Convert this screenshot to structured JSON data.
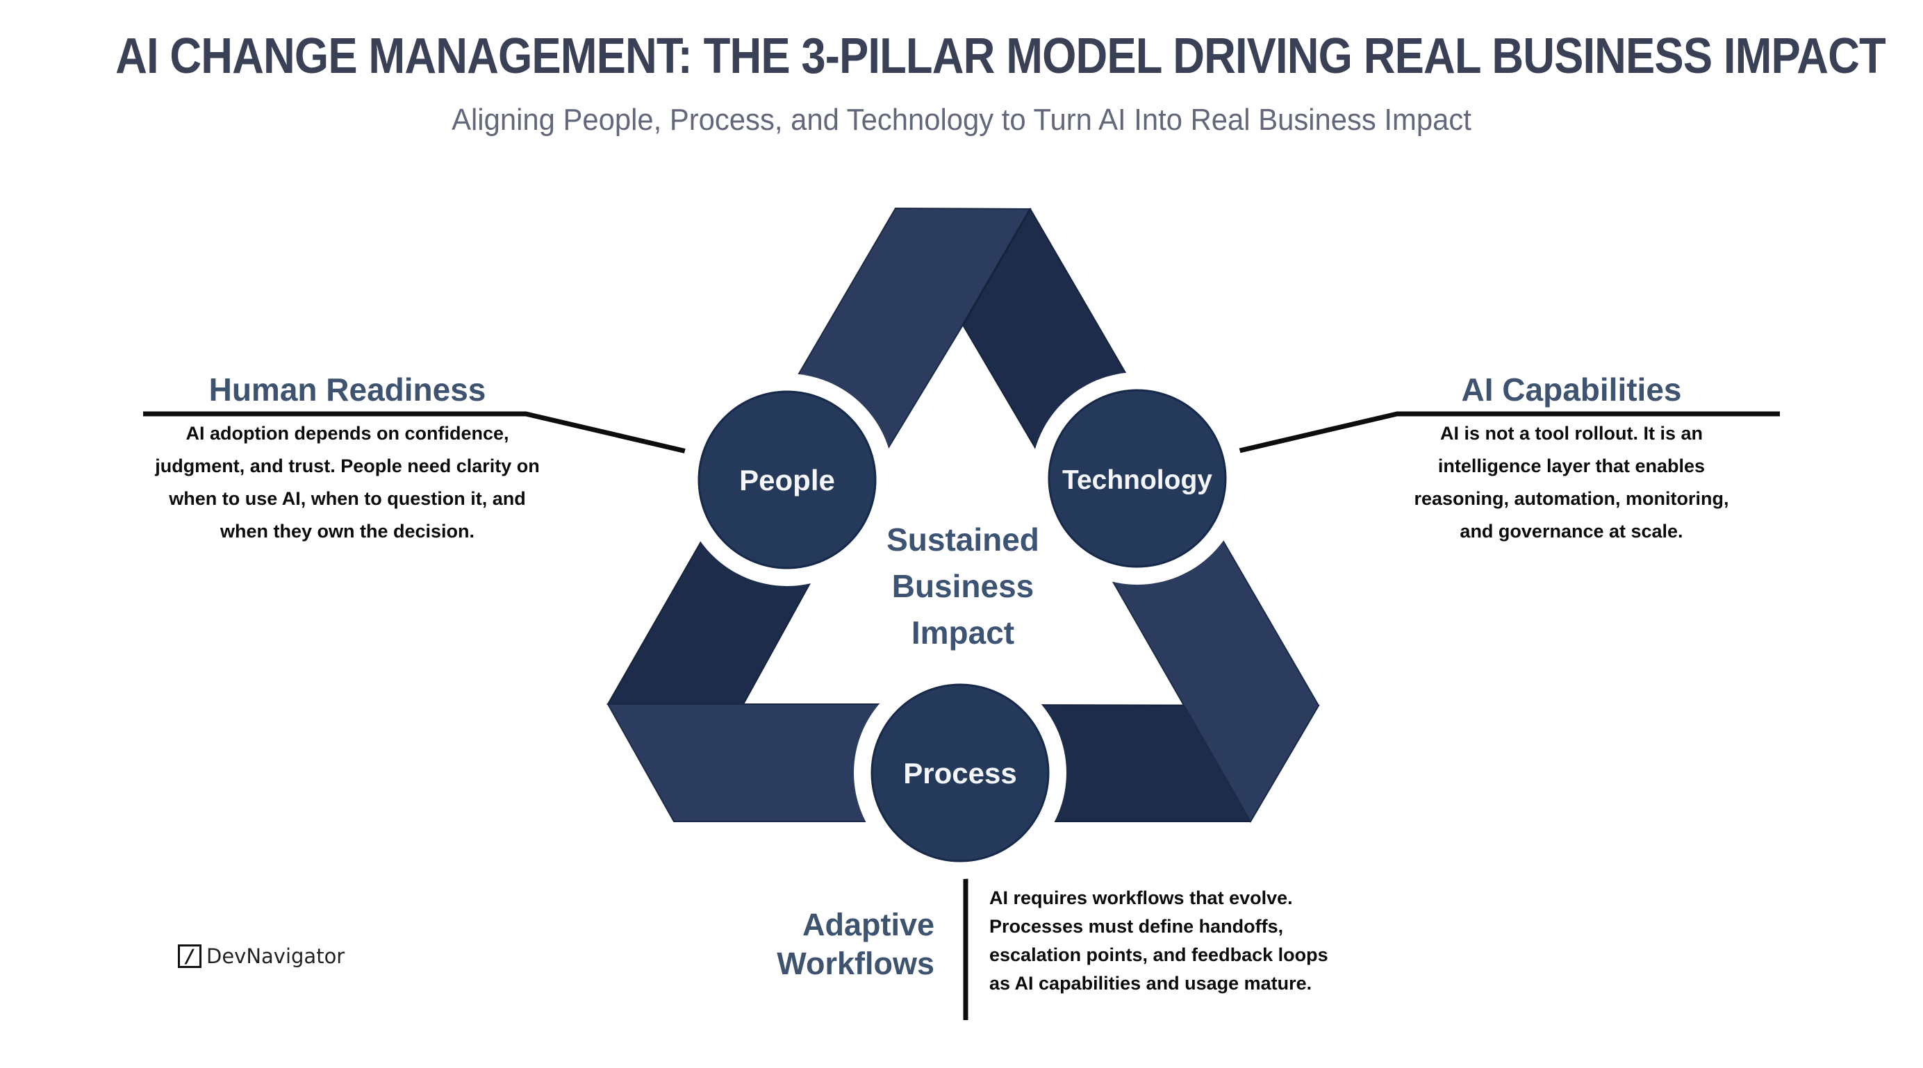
{
  "header": {
    "title": "AI CHANGE MANAGEMENT: THE 3-PILLAR MODEL DRIVING REAL BUSINESS IMPACT",
    "subtitle": "Aligning People, Process, and Technology to Turn AI Into Real Business Impact"
  },
  "diagram": {
    "pillars": {
      "people": "People",
      "technology": "Technology",
      "process": "Process"
    },
    "center_label_lines": [
      "Sustained",
      "Business",
      "Impact"
    ]
  },
  "callouts": {
    "human_readiness": {
      "heading": "Human Readiness",
      "body_lines": [
        "AI adoption depends on confidence,",
        "judgment, and trust. People need clarity on",
        "when to use AI, when to question it, and",
        "when they own the decision."
      ]
    },
    "ai_capabilities": {
      "heading": "AI Capabilities",
      "body_lines": [
        "AI is not a tool rollout. It is an",
        "intelligence layer that enables",
        "reasoning, automation, monitoring,",
        "and governance at scale."
      ]
    },
    "adaptive_workflows": {
      "heading_lines": [
        "Adaptive",
        "Workflows"
      ],
      "body_lines": [
        "AI requires workflows that evolve.",
        "Processes must define handoffs,",
        "escalation points, and feedback loops",
        "as AI capabilities and usage mature."
      ]
    }
  },
  "footer": {
    "logo_glyph": "/",
    "logo_text": "DevNavigator"
  },
  "colors": {
    "band_light": "#2B3C5F",
    "band_dark": "#1D2C4B",
    "circle_fill": "#25395B",
    "circle_ring": "#FFFFFF",
    "circle_label": "#F4F6F9",
    "heading_text": "#3D5370",
    "title_text": "#3A4156",
    "subtitle_text": "#62677A",
    "body_text": "#0B0B0B",
    "connector": "#0D0D0D",
    "crease": "#16233C"
  }
}
